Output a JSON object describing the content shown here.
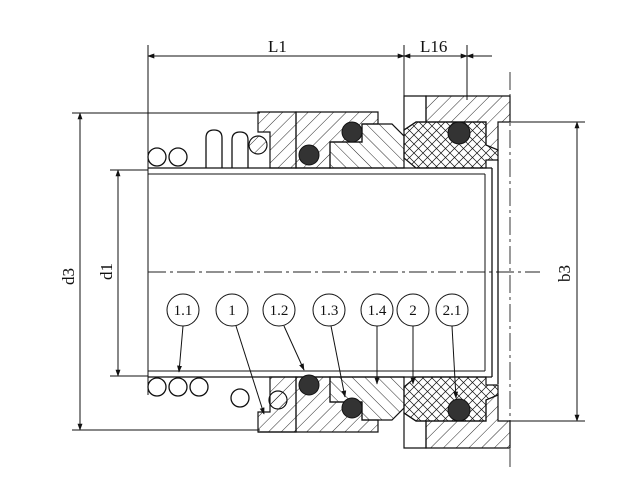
{
  "diagram": {
    "dimensions": {
      "L1": "L1",
      "L16": "L16",
      "d3": "d3",
      "d1": "d1",
      "b3": "b3"
    },
    "callouts": [
      "1.1",
      "1",
      "1.2",
      "1.3",
      "1.4",
      "2",
      "2.1"
    ]
  }
}
